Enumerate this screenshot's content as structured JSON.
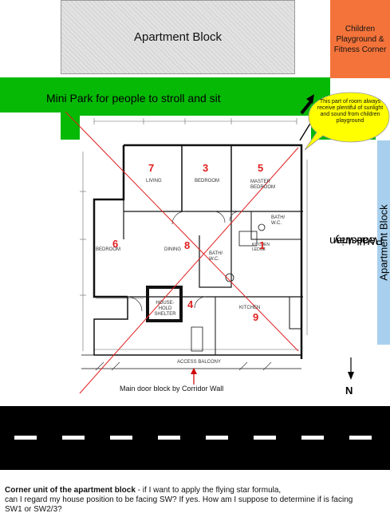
{
  "top_block_label": "Apartment Block",
  "playground_label": [
    "Children",
    "Playground &",
    "Fitness Corner"
  ],
  "mini_park_label": "Mini Park for people to stroll and sit",
  "callout_text": "This part of room always receive plentiful of sunlight and sound from children playground",
  "right_block_label": "Apartment Block",
  "walkway_label": [
    "Pedestrian",
    "Walkway"
  ],
  "main_door_label": "Main door block by Corridor Wall",
  "north_label": "N",
  "grid_numbers": [
    "7",
    "3",
    "5",
    "6",
    "8",
    "1",
    "4",
    "9"
  ],
  "room_labels": [
    "LIVING",
    "BEDROOM",
    "MASTER BEDROOM",
    "BATH/ W.C.",
    "BEDROOM",
    "DINING",
    "BATH/ W.C.",
    "HOUSE-HOLD SHELTER",
    "KITCHEN",
    "ACCESS BALCONY",
    "KITCHEN LEDGE"
  ],
  "caption": {
    "bold": "Corner unit of the apartment block",
    "line1": " - if I want to apply the flying star formula,",
    "line2": "can I regard my house position to be facing SW? If yes. How  am I suppose to determine if  is facing",
    "line3": "SW1 or SW2/3?"
  },
  "colors": {
    "park_green": "#05b905",
    "playground_orange": "#f3733a",
    "right_block_blue": "#a8d0ee",
    "callout_yellow": "#ffff00",
    "number_red": "#e02020"
  }
}
